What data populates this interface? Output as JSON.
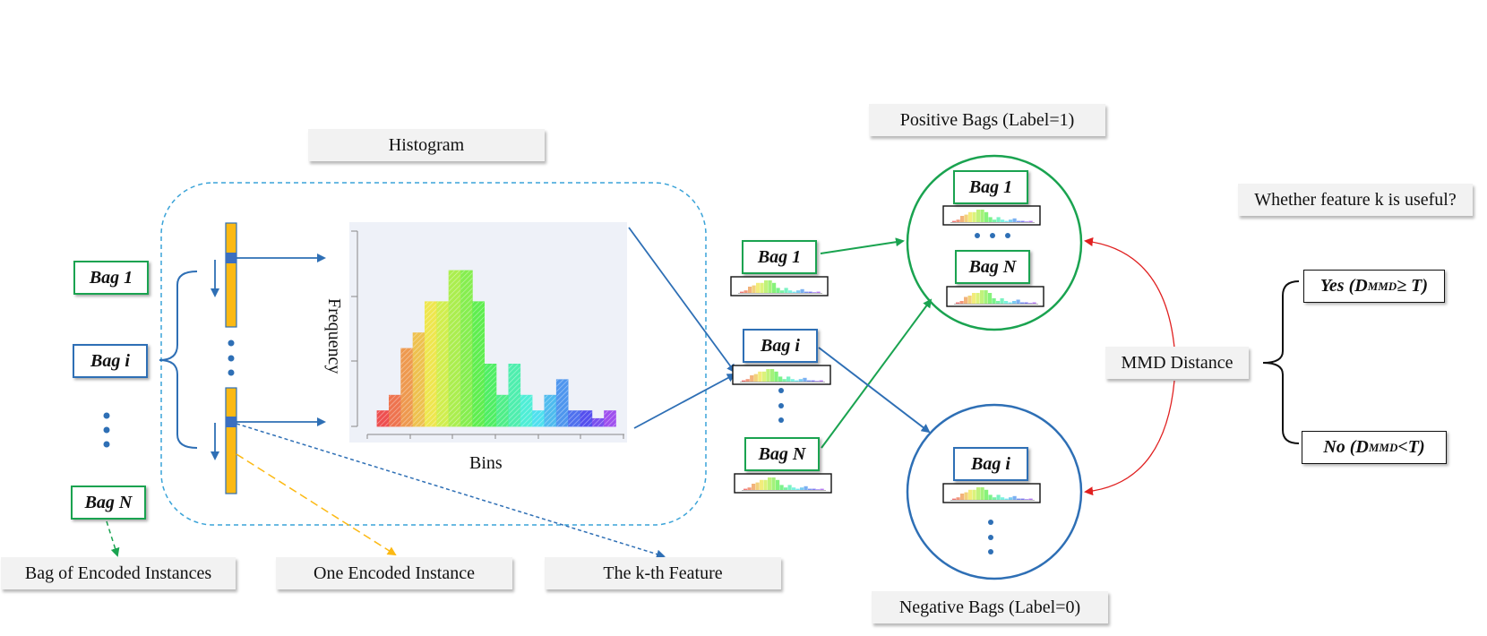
{
  "captions": {
    "histogram": "Histogram",
    "positive_bags": "Positive Bags (Label=1)",
    "negative_bags": "Negative Bags (Label=0)",
    "question": "Whether feature k is useful?",
    "mmd_distance": "MMD Distance",
    "bag_of_encoded": "Bag of Encoded Instances",
    "one_encoded": "One Encoded Instance",
    "kth_feature": "The k-th Feature"
  },
  "bags": {
    "bag_1": "Bag 1",
    "bag_i": "Bag i",
    "bag_n": "Bag N"
  },
  "axes": {
    "frequency": "Frequency",
    "bins": "Bins"
  },
  "results": {
    "yes_prefix": "Yes (D",
    "yes_sub": "MMD",
    "yes_suffix": " ≥ T)",
    "no_prefix": "No (D",
    "no_sub": "MMD",
    "no_suffix": "<T)"
  },
  "colors": {
    "green": "#1aa350",
    "blue": "#2e6fb5",
    "orange": "#fcb913",
    "red": "#e02020",
    "cyan_dash": "#3aa3d8"
  },
  "chart_data": {
    "type": "bar",
    "values": [
      1,
      2,
      5,
      6,
      8,
      8,
      10,
      10,
      8,
      4,
      2,
      4,
      2,
      1,
      2,
      3,
      1,
      1,
      0.5,
      1
    ]
  }
}
